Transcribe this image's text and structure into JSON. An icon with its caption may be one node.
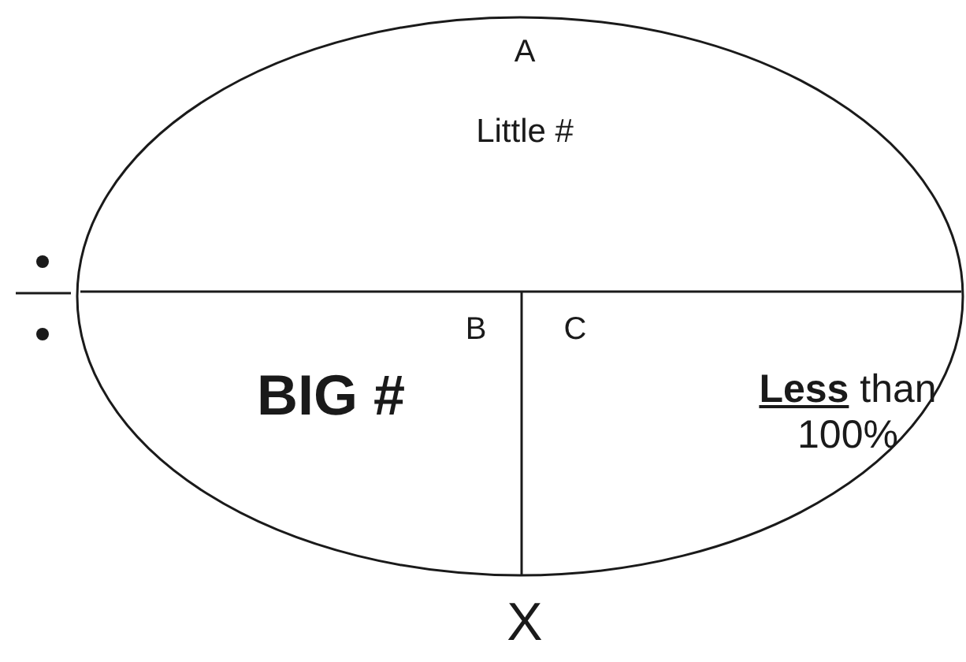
{
  "diagram": {
    "nodes": [
      {
        "text": [
          "A",
          "Little #"
        ]
      },
      {
        "text": [
          "B",
          "BIG #"
        ]
      },
      {
        "text": [
          "C",
          "**Less** than 100%"
        ]
      }
    ],
    "labels": [
      "X"
    ]
  }
}
